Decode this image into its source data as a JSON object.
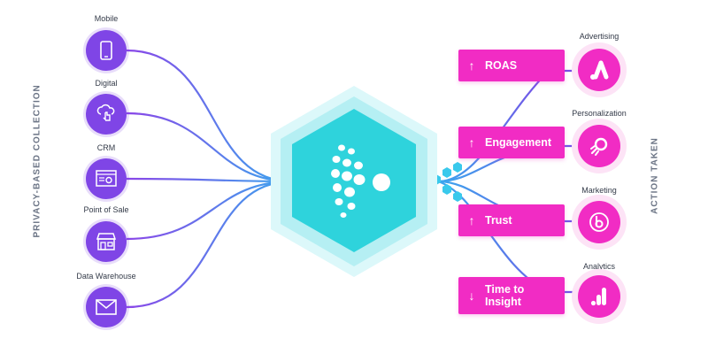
{
  "left_axis_label": "PRIVACY-BASED COLLECTION",
  "right_axis_label": "ACTION TAKEN",
  "sources": [
    {
      "label": "Mobile",
      "icon": "mobile-phone-icon"
    },
    {
      "label": "Digital",
      "icon": "cloud-click-icon"
    },
    {
      "label": "CRM",
      "icon": "browser-gear-icon"
    },
    {
      "label": "Point of Sale",
      "icon": "storefront-icon"
    },
    {
      "label": "Data Warehouse",
      "icon": "envelope-icon"
    }
  ],
  "hub": {
    "icon": "dot-cluster-logo-icon"
  },
  "actions": [
    {
      "arrow": "↑",
      "label": "ROAS"
    },
    {
      "arrow": "↑",
      "label": "Engagement"
    },
    {
      "arrow": "↑",
      "label": "Trust"
    },
    {
      "arrow": "↓",
      "label": "Time to Insight"
    }
  ],
  "destinations": [
    {
      "label": "Advertising",
      "icon": "advertising-logo-icon"
    },
    {
      "label": "Personalization",
      "icon": "personalization-logo-icon"
    },
    {
      "label": "Marketing",
      "icon": "marketing-logo-icon"
    },
    {
      "label": "Analytics",
      "icon": "analytics-bars-icon"
    }
  ],
  "colors": {
    "source_purple": "#7f45e6",
    "action_pink": "#f12cc4",
    "hub_teal": "#2ed3dc",
    "connector_blue": "#4f8df0"
  }
}
